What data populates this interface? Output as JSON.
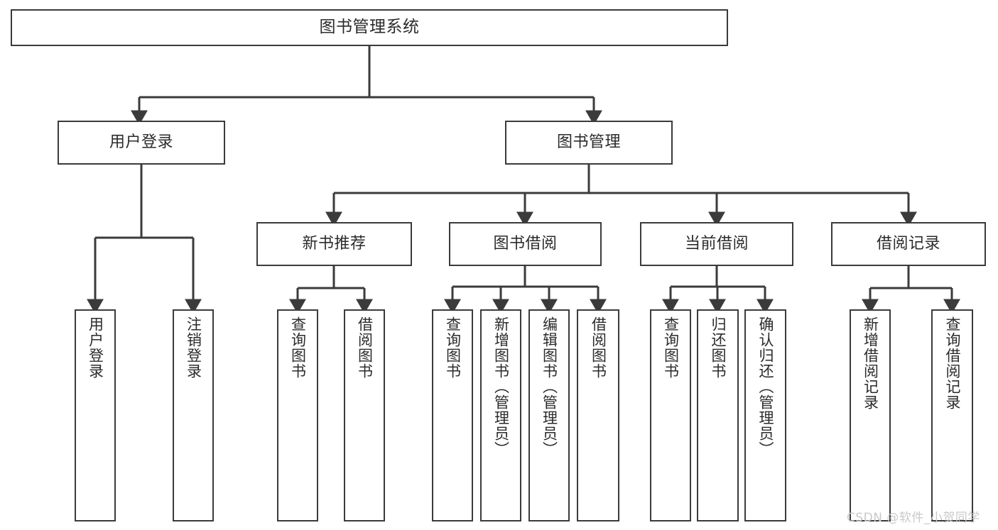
{
  "diagram": {
    "title": "图书管理系统",
    "type": "hierarchy-tree",
    "watermark": "CSDN @软件_小贺同学",
    "colors": {
      "border": "#3b3b3b",
      "background": "#ffffff",
      "text": "#2b2b2b",
      "watermark": "#c9c9c9"
    },
    "root": {
      "label": "图书管理系统"
    },
    "level2": [
      {
        "label": "用户登录"
      },
      {
        "label": "图书管理"
      }
    ],
    "level3": [
      {
        "label": "新书推荐"
      },
      {
        "label": "图书借阅"
      },
      {
        "label": "当前借阅"
      },
      {
        "label": "借阅记录"
      }
    ],
    "leaves": {
      "user_login": [
        {
          "label": "用户登录"
        },
        {
          "label": "注销登录"
        }
      ],
      "new_book_recommend": [
        {
          "label": "查询图书"
        },
        {
          "label": "借阅图书"
        }
      ],
      "book_borrow": [
        {
          "label": "查询图书"
        },
        {
          "label": "新增图书（管理员）"
        },
        {
          "label": "编辑图书（管理员）"
        },
        {
          "label": "借阅图书"
        }
      ],
      "current_borrow": [
        {
          "label": "查询图书"
        },
        {
          "label": "归还图书"
        },
        {
          "label": "确认归还（管理员）"
        }
      ],
      "borrow_record": [
        {
          "label": "新增借阅记录"
        },
        {
          "label": "查询借阅记录"
        }
      ]
    }
  }
}
